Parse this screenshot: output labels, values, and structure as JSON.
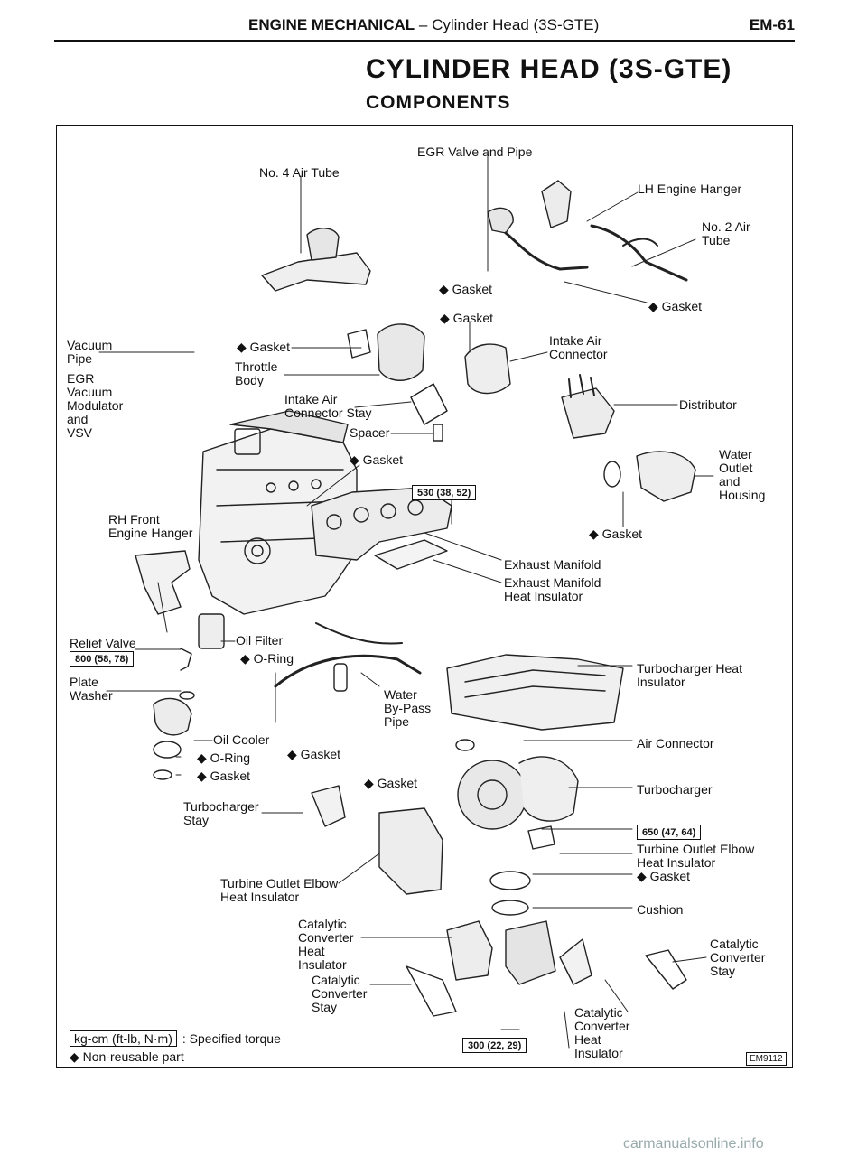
{
  "header": {
    "section": "ENGINE MECHANICAL",
    "subsection": " – Cylinder Head (3S-GTE)",
    "page": "EM-61"
  },
  "title": "CYLINDER HEAD (3S-GTE)",
  "subtitle": "COMPONENTS",
  "labels": {
    "egr_valve": "EGR Valve and Pipe",
    "no4_air_tube": "No. 4 Air Tube",
    "lh_hanger": "LH Engine Hanger",
    "no2_air_tube": "No. 2 Air\nTube",
    "gasket_egr1": "◆ Gasket",
    "gasket_egr2": "◆ Gasket",
    "gasket_tube": "◆ Gasket",
    "vacuum_pipe": "Vacuum\nPipe",
    "gasket_throttle": "◆ Gasket",
    "throttle_body": "Throttle\nBody",
    "intake_connector": "Intake Air\nConnector",
    "egr_modulator": "EGR\nVacuum\nModulator\nand\nVSV",
    "connector_stay": "Intake Air\nConnector Stay",
    "distributor": "Distributor",
    "spacer": "Spacer",
    "water_outlet": "Water\nOutlet\nand\nHousing",
    "gasket_manifold": "◆ Gasket",
    "rh_hanger": "RH Front\nEngine Hanger",
    "gasket_outlet": "◆ Gasket",
    "exhaust_manifold": "Exhaust Manifold",
    "exhaust_insulator": "Exhaust Manifold\nHeat Insulator",
    "relief_valve": "Relief Valve",
    "oil_filter": "Oil Filter",
    "oring1": "◆ O-Ring",
    "turbo_insulator": "Turbocharger Heat\nInsulator",
    "plate_washer": "Plate\nWasher",
    "water_bypass": "Water\nBy-Pass\nPipe",
    "oil_cooler": "Oil Cooler",
    "air_connector": "Air Connector",
    "oring2": "◆ O-Ring",
    "gasket_bypass": "◆ Gasket",
    "gasket_cooler": "◆ Gasket",
    "gasket_turbo": "◆ Gasket",
    "turbocharger": "Turbocharger",
    "turbo_stay": "Turbocharger\nStay",
    "elbow_insulator_r": "Turbine Outlet Elbow\nHeat Insulator",
    "gasket_elbow": "◆ Gasket",
    "elbow_insulator_l": "Turbine Outlet Elbow\nHeat Insulator",
    "cushion": "Cushion",
    "cat_insulator_l": "Catalytic\nConverter\nHeat\nInsulator",
    "cat_stay_l": "Catalytic\nConverter\nStay",
    "cat_stay_r": "Catalytic\nConverter\nStay",
    "cat_insulator_r": "Catalytic\nConverter\nHeat\nInsulator"
  },
  "torques": {
    "manifold": "530 (38, 52)",
    "relief": "800 (58, 78)",
    "elbow": "650 (47, 64)",
    "cat": "300 (22, 29)"
  },
  "legend": {
    "unit": "kg-cm (ft-lb, N·m)",
    "unit_desc": ": Specified torque",
    "nonreusable": "◆ Non-reusable part"
  },
  "figure_code": "EM9112",
  "watermark": "carmanualsonline.info"
}
